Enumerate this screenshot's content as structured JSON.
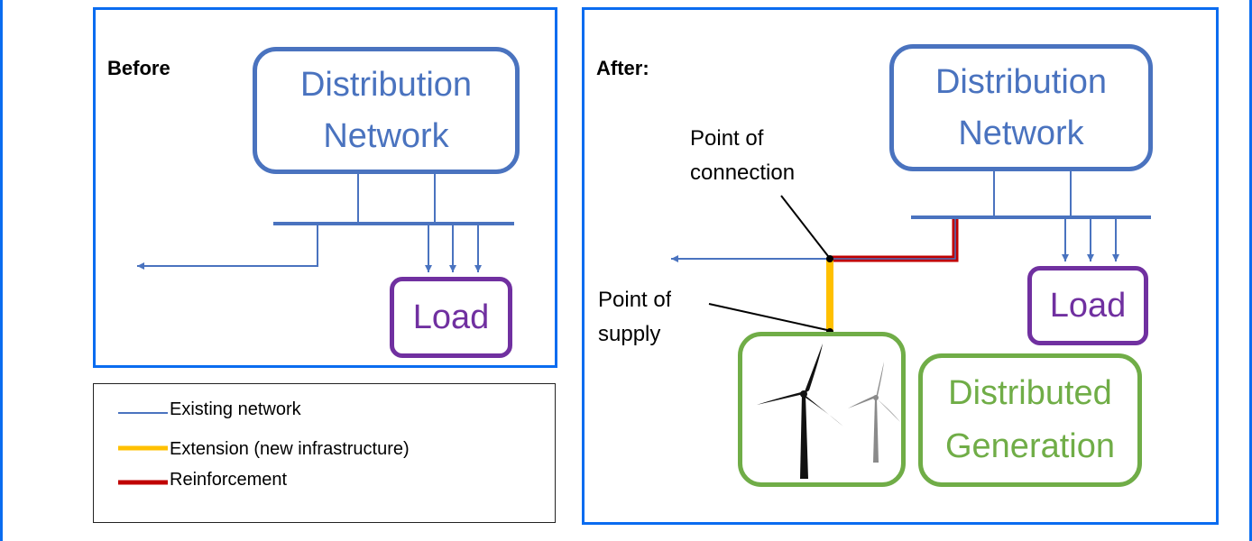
{
  "before_panel": {
    "heading": "Before",
    "network_box": {
      "line1": "Distribution",
      "line2": "Network"
    },
    "load_box": "Load"
  },
  "after_panel": {
    "heading": "After:",
    "network_box": {
      "line1": "Distribution",
      "line2": "Network"
    },
    "load_box": "Load",
    "point_of_connection": {
      "line1": "Point of",
      "line2": "connection"
    },
    "point_of_supply": {
      "line1": "Point of",
      "line2": "supply"
    },
    "dg_box": {
      "line1": "Distributed",
      "line2": "Generation"
    }
  },
  "legend": {
    "items": [
      {
        "label": "Existing network",
        "color": "#4a73bf"
      },
      {
        "label": "Extension (new infrastructure)",
        "color": "#ffc000"
      },
      {
        "label": "Reinforcement",
        "color": "#c00000"
      }
    ]
  },
  "colors": {
    "frame": "#0a6cf0",
    "network": "#4a73bf",
    "load": "#7030a0",
    "generation": "#70ad47",
    "extension": "#ffc000",
    "reinforcement": "#c00000"
  },
  "icons": [
    "wind-turbine-icon",
    "wind-turbine-icon-faded"
  ]
}
